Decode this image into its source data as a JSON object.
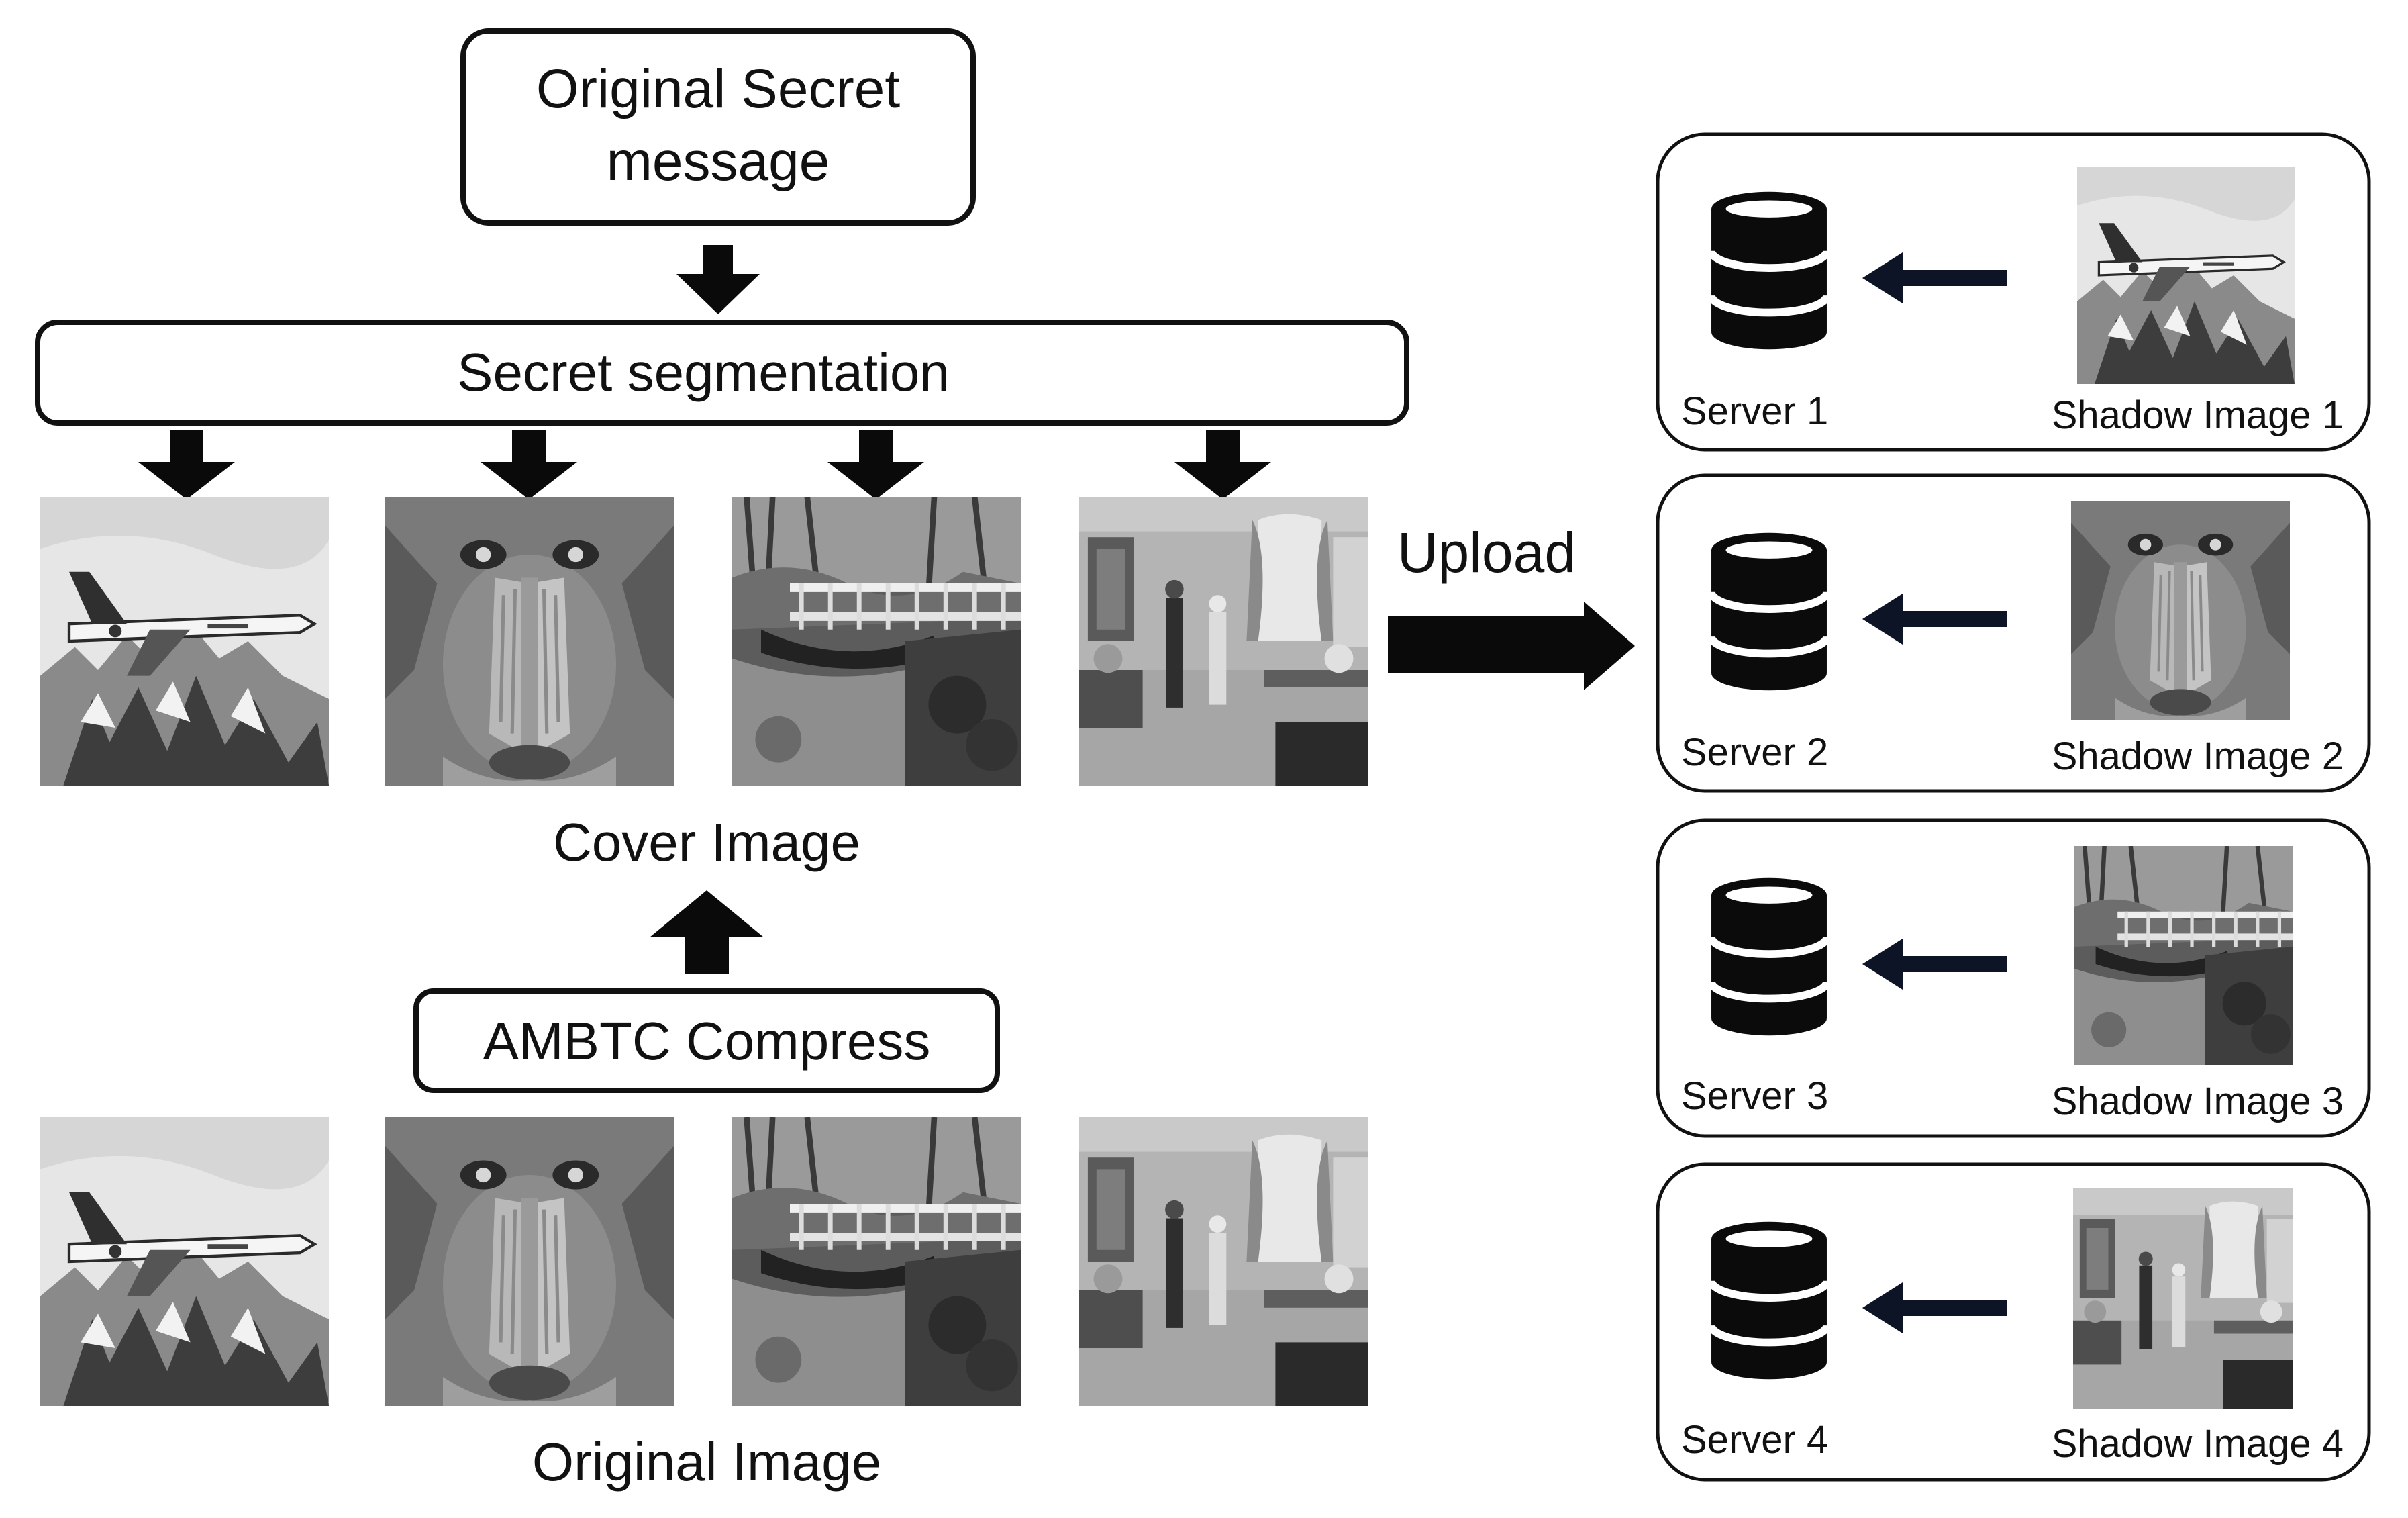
{
  "top_box": {
    "line1": "Original Secret",
    "line2": "message"
  },
  "segmentation": {
    "label": "Secret segmentation"
  },
  "cover": {
    "caption": "Cover Image"
  },
  "compress": {
    "label": "AMBTC Compress"
  },
  "original": {
    "caption": "Original Image"
  },
  "upload": {
    "label": "Upload"
  },
  "test_images": [
    {
      "icon": "airplane-image"
    },
    {
      "icon": "baboon-image"
    },
    {
      "icon": "bridge-image"
    },
    {
      "icon": "room-image"
    }
  ],
  "servers": [
    {
      "server": "Server 1",
      "shadow": "Shadow Image 1",
      "icon": "database-icon",
      "thumb": "airplane-image"
    },
    {
      "server": "Server 2",
      "shadow": "Shadow Image 2",
      "icon": "database-icon",
      "thumb": "baboon-image"
    },
    {
      "server": "Server 3",
      "shadow": "Shadow Image 3",
      "icon": "database-icon",
      "thumb": "bridge-image"
    },
    {
      "server": "Server 4",
      "shadow": "Shadow Image 4",
      "icon": "database-icon",
      "thumb": "room-image"
    }
  ]
}
